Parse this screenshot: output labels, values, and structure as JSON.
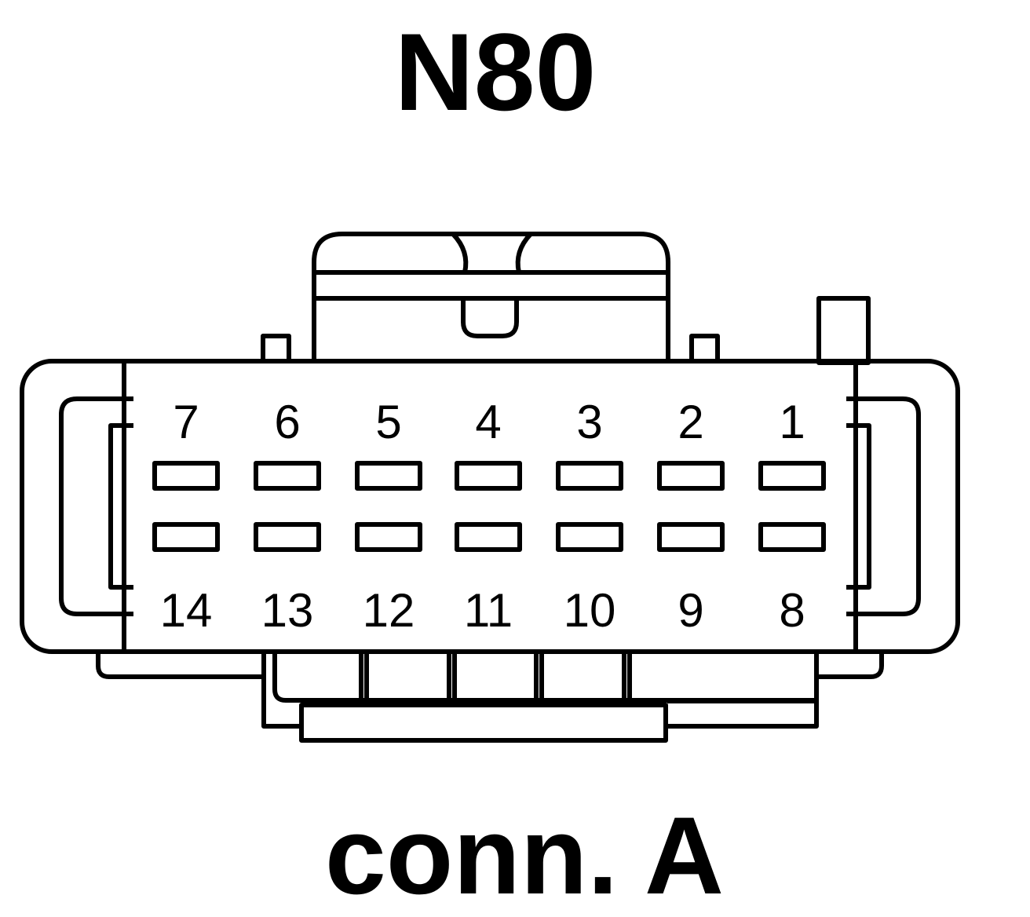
{
  "diagram": {
    "title": "N80",
    "subtitle": "conn. A",
    "line_color": "#000000",
    "background": "#ffffff",
    "top_row_pins": [
      "7",
      "6",
      "5",
      "4",
      "3",
      "2",
      "1"
    ],
    "bottom_row_pins": [
      "14",
      "13",
      "12",
      "11",
      "10",
      "9",
      "8"
    ]
  }
}
